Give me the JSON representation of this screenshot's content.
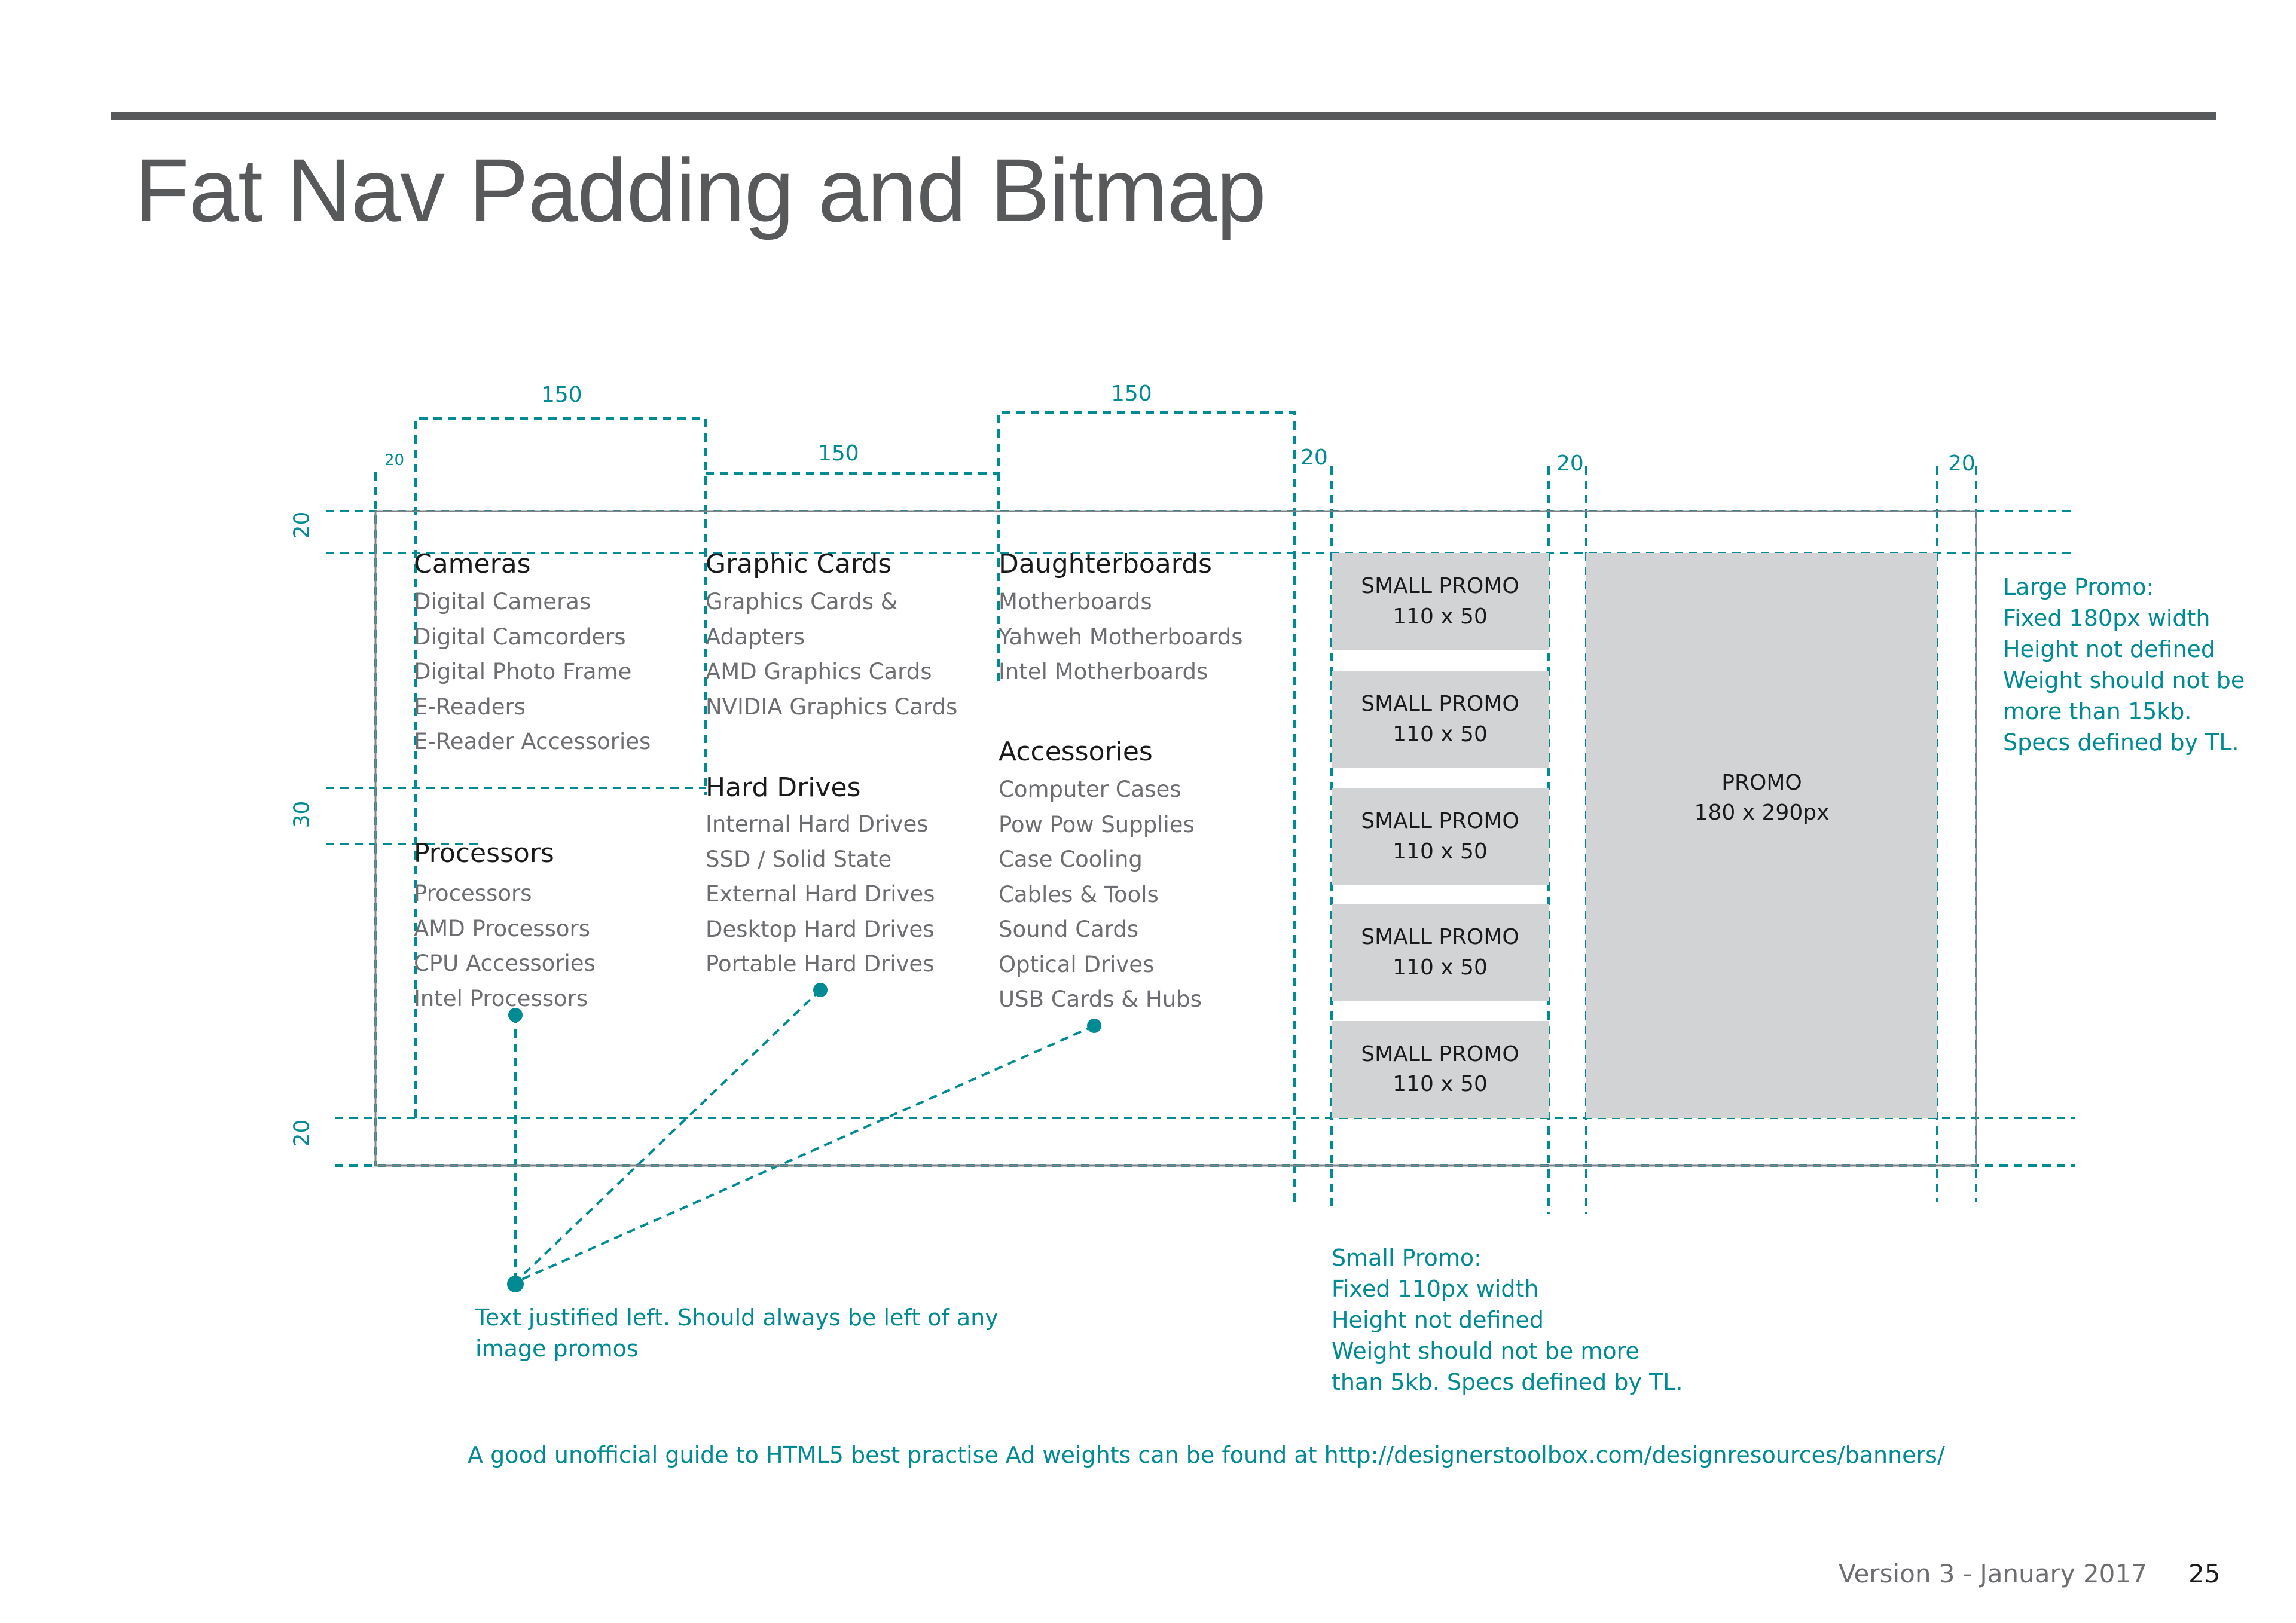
{
  "title": "Fat Nav Padding and Bitmap",
  "dimensions": {
    "col1_width": "150",
    "col2_width": "150",
    "col3_width": "150",
    "left_pad": "20",
    "pad_a": "20",
    "pad_b": "20",
    "pad_c": "20",
    "top_pad": "20",
    "group_gap": "30",
    "bottom_pad": "20"
  },
  "categories": {
    "cameras": {
      "title": "Cameras",
      "items": [
        "Digital Cameras",
        "Digital Camcorders",
        "Digital Photo Frame",
        "E-Readers",
        "E-Reader Accessories"
      ]
    },
    "processors": {
      "title": "Processors",
      "items": [
        "Processors",
        "AMD Processors",
        "CPU Accessories",
        "Intel Processors"
      ]
    },
    "graphic_cards": {
      "title": "Graphic Cards",
      "items": [
        "Graphics Cards &",
        "Adapters",
        "AMD Graphics Cards",
        "NVIDIA Graphics Cards"
      ]
    },
    "hard_drives": {
      "title": "Hard Drives",
      "items": [
        "Internal Hard Drives",
        "SSD / Solid State",
        "External Hard Drives",
        "Desktop Hard Drives",
        "Portable Hard Drives"
      ]
    },
    "daughterboards": {
      "title": "Daughterboards",
      "items": [
        "Motherboards",
        "Yahweh Motherboards",
        "Intel Motherboards"
      ]
    },
    "accessories": {
      "title": "Accessories",
      "items": [
        "Computer Cases",
        "Pow Pow Supplies",
        "Case Cooling",
        "Cables & Tools",
        "Sound Cards",
        "Optical Drives",
        "USB Cards & Hubs"
      ]
    }
  },
  "small_promos": [
    {
      "label": "SMALL PROMO",
      "size": "110 x 50"
    },
    {
      "label": "SMALL PROMO",
      "size": "110 x 50"
    },
    {
      "label": "SMALL PROMO",
      "size": "110 x 50"
    },
    {
      "label": "SMALL PROMO",
      "size": "110 x 50"
    },
    {
      "label": "SMALL PROMO",
      "size": "110 x 50"
    }
  ],
  "large_promo": {
    "label": "PROMO",
    "size": "180 x 290px"
  },
  "notes": {
    "large_promo": [
      "Large Promo:",
      "Fixed 180px width",
      "Height not defined",
      "Weight should not be",
      "more than 15kb.",
      "Specs defined by TL."
    ],
    "small_promo": [
      "Small Promo:",
      "Fixed 110px width",
      "Height not defined",
      "Weight should not be more",
      "than 5kb. Specs defined by TL."
    ],
    "text_justified": [
      "Text justified left. Should always be left of any",
      "image promos"
    ]
  },
  "guide_link_text": "A good unofficial guide to HTML5 best practise Ad weights can be found at http://designerstoolbox.com/designresources/banners/",
  "footer": {
    "version": "Version 3 - January 2017",
    "page_number": "25"
  },
  "colors": {
    "accent": "#008b94",
    "rule": "#58595b",
    "promo_fill": "#d1d3d4",
    "body_text": "#6d6e71"
  }
}
